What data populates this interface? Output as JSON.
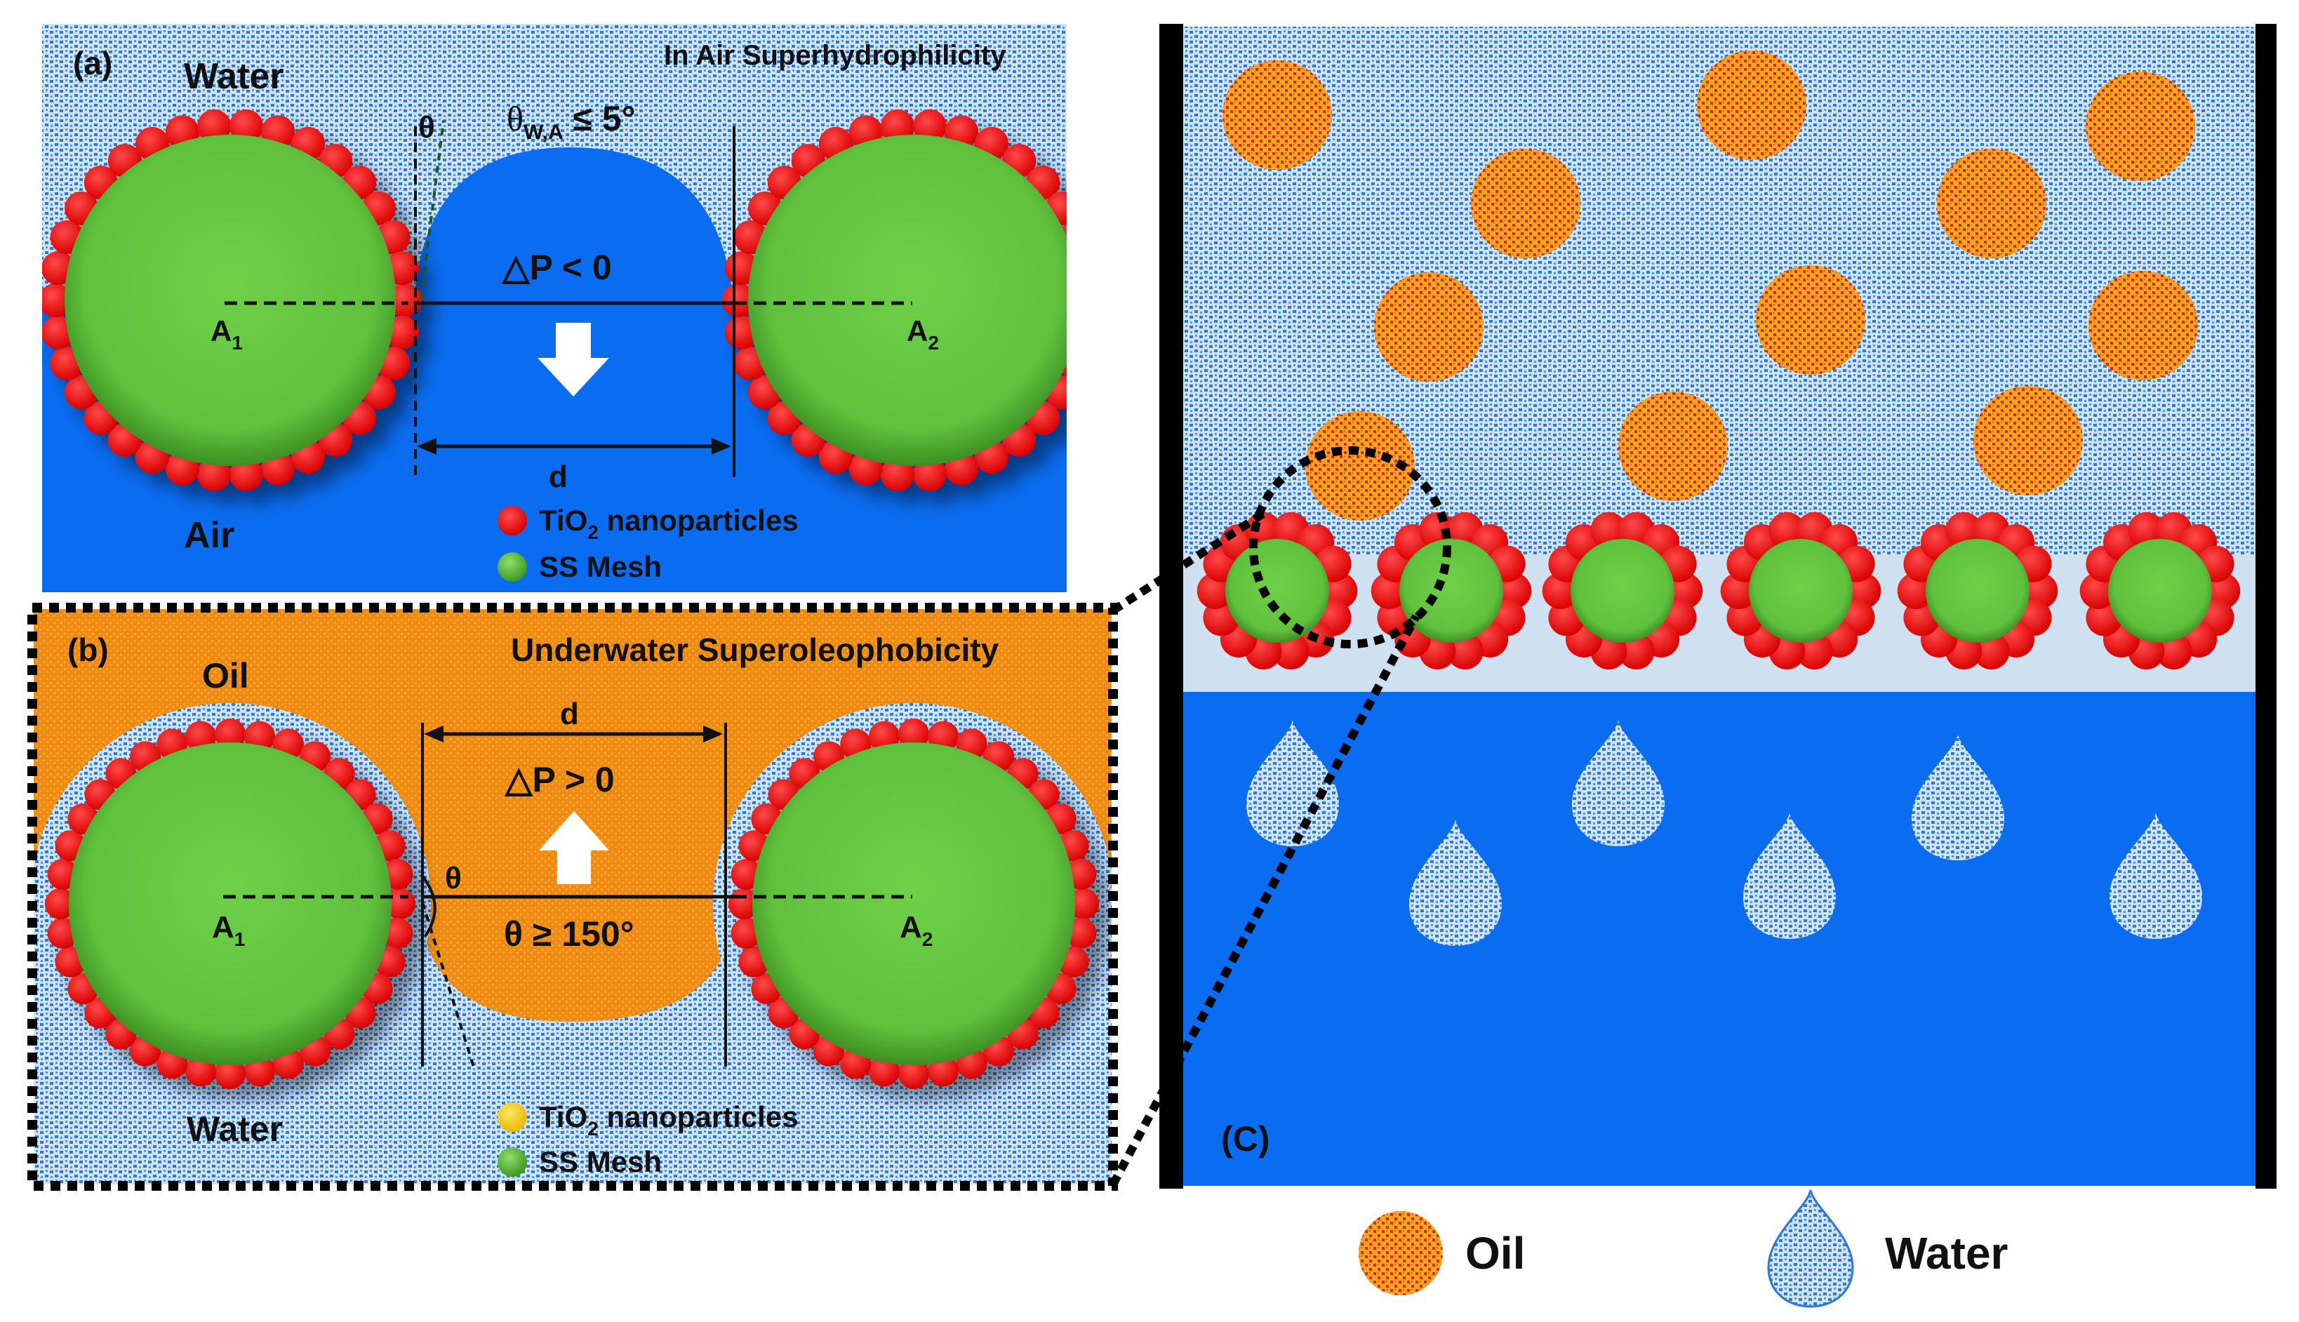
{
  "panel_a": {
    "tag": "(a)",
    "title": "In Air Superhydrophilicity",
    "top_medium": "Water",
    "bottom_medium": "Air",
    "theta": "θ",
    "contact_angle_main": "θ",
    "contact_angle_sub": "W,A",
    "contact_angle_rel": " ≤ 5°",
    "pressure": "△P  < 0",
    "gap_label": "d",
    "left_center": "A",
    "left_center_sub": "1",
    "right_center": "A",
    "right_center_sub": "2",
    "legend_np_main": "TiO",
    "legend_np_sub": "2",
    "legend_np_rest": " nanoparticles",
    "legend_mesh": "SS Mesh"
  },
  "panel_b": {
    "tag": "(b)",
    "title": "Underwater Superoleophobicity",
    "top_medium": "Oil",
    "bottom_medium": "Water",
    "theta": "θ",
    "contact_angle": "θ ≥ 150°",
    "pressure": "△P > 0",
    "gap_label": "d",
    "left_center": "A",
    "left_center_sub": "1",
    "right_center": "A",
    "right_center_sub": "2",
    "legend_np_main": "TiO",
    "legend_np_sub": "2",
    "legend_np_rest": " nanoparticles",
    "legend_mesh": "SS Mesh"
  },
  "panel_c": {
    "tag": "(C)"
  },
  "legend": {
    "oil": "Oil",
    "water": "Water"
  },
  "colors": {
    "water_blue": "#0a6cf0",
    "water_light": "#cfe3f7",
    "water_dot": "#2f77d0",
    "oil_orange": "#f4a11e",
    "oil_dot": "#e2231a",
    "np_red": "#ee1111",
    "np_yellow": "#f6d21a",
    "mesh_green": "#66c742",
    "border": "#000000"
  }
}
